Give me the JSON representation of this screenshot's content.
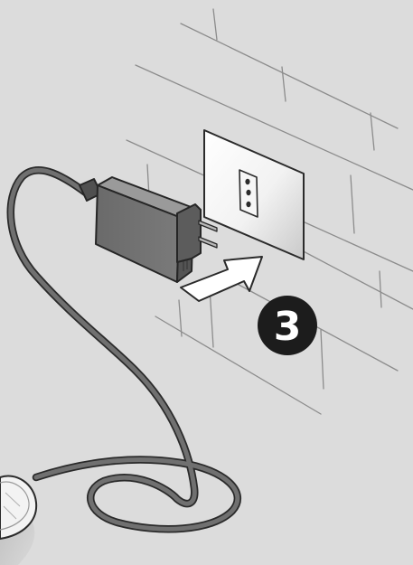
{
  "illustration": {
    "step_number": "3",
    "colors": {
      "background": "#dcdcdc",
      "wall_lines": "#8a8a8a",
      "adapter_body": "#6b6b6b",
      "cable": "#6e6e6e",
      "outline": "#2a2a2a",
      "badge": "#1c1c1c",
      "badge_text": "#ffffff"
    },
    "icons": [
      "wall-bricks",
      "wall-socket",
      "power-adapter",
      "cable",
      "insert-arrow",
      "device-puck"
    ]
  }
}
